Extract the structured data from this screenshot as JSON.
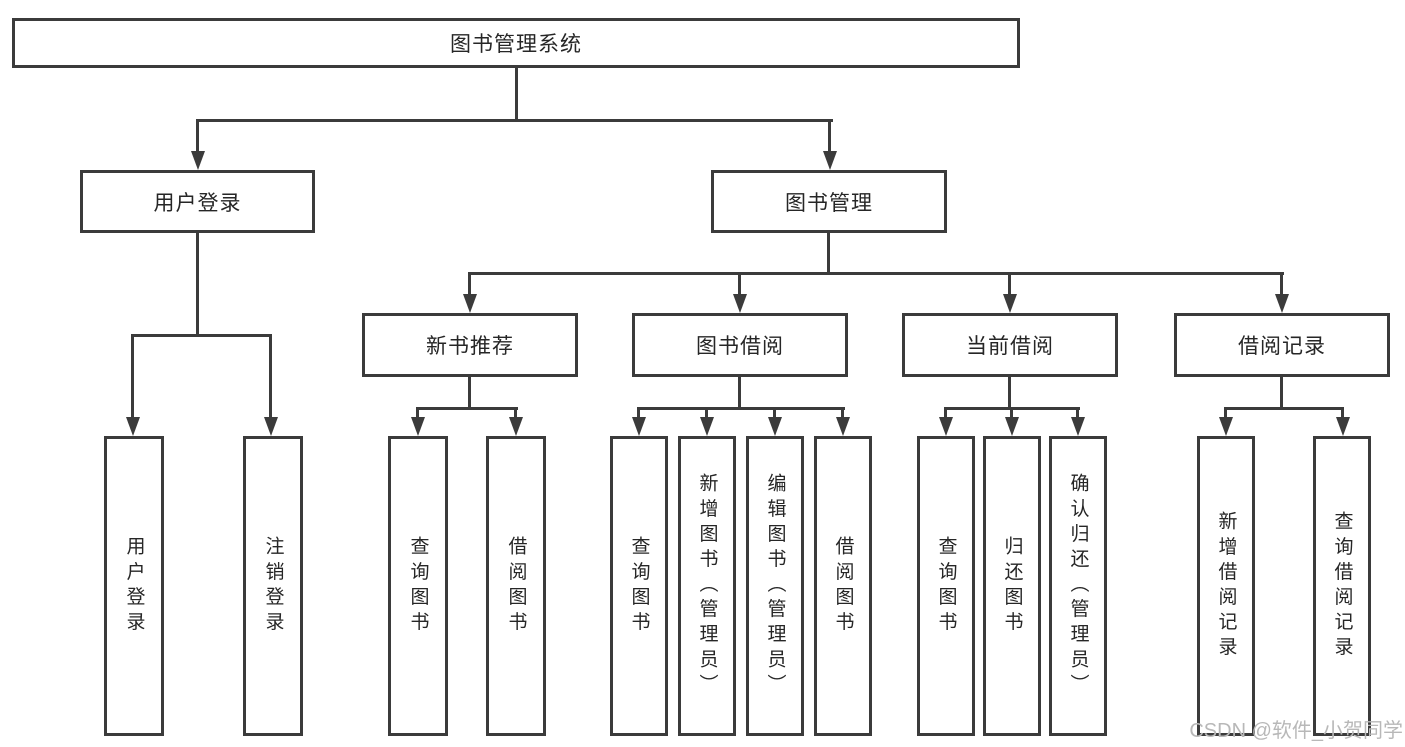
{
  "root": {
    "label": "图书管理系统"
  },
  "level2": [
    {
      "label": "用户登录"
    },
    {
      "label": "图书管理"
    }
  ],
  "user_children": [
    {
      "label": "用户登录"
    },
    {
      "label": "注销登录"
    }
  ],
  "sections": [
    {
      "label": "新书推荐",
      "children": [
        {
          "label": "查询图书"
        },
        {
          "label": "借阅图书"
        }
      ]
    },
    {
      "label": "图书借阅",
      "children": [
        {
          "label": "查询图书"
        },
        {
          "label": "新增图书（管理员）"
        },
        {
          "label": "编辑图书（管理员）"
        },
        {
          "label": "借阅图书"
        }
      ]
    },
    {
      "label": "当前借阅",
      "children": [
        {
          "label": "查询图书"
        },
        {
          "label": "归还图书"
        },
        {
          "label": "确认归还（管理员）"
        }
      ]
    },
    {
      "label": "借阅记录",
      "children": [
        {
          "label": "新增借阅记录"
        },
        {
          "label": "查询借阅记录"
        }
      ]
    }
  ],
  "watermark": "CSDN @软件_小贺同学",
  "colors": {
    "line": "#3b3b3b",
    "text": "#262626",
    "watermark": "#b8b8b8",
    "background": "#ffffff"
  }
}
